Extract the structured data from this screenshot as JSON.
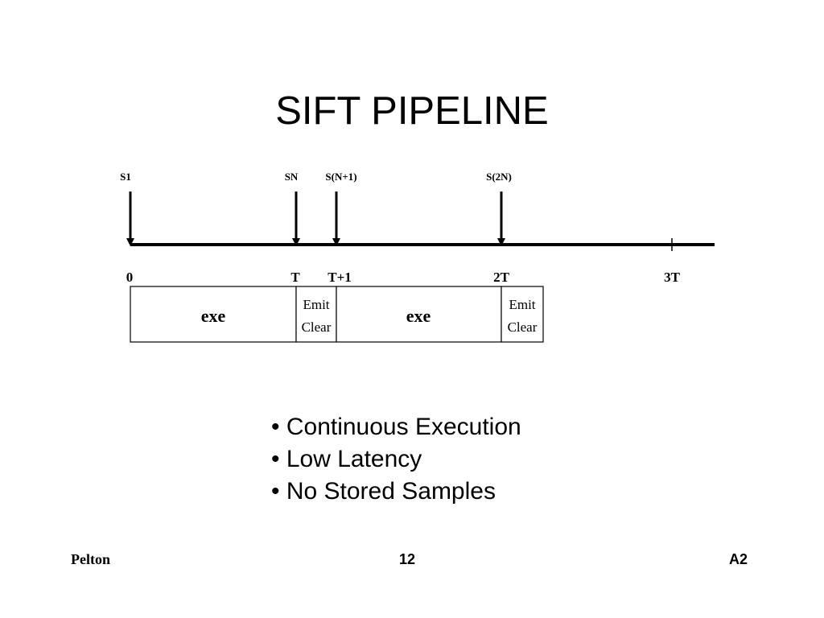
{
  "slide": {
    "title": "SIFT PIPELINE"
  },
  "timeline": {
    "samples": [
      "S1",
      "SN",
      "S(N+1)",
      "S(2N)"
    ],
    "ticks": [
      "0",
      "T",
      "T+1",
      "2T",
      "3T"
    ]
  },
  "phases": [
    {
      "label": "exe"
    },
    {
      "label": "Emit",
      "label2": "Clear"
    },
    {
      "label": "exe"
    },
    {
      "label": "Emit",
      "label2": "Clear"
    }
  ],
  "bullets": [
    "• Continuous Execution",
    "• Low Latency",
    "• No Stored Samples"
  ],
  "footer": {
    "left": "Pelton",
    "center": "12",
    "right": "A2"
  }
}
